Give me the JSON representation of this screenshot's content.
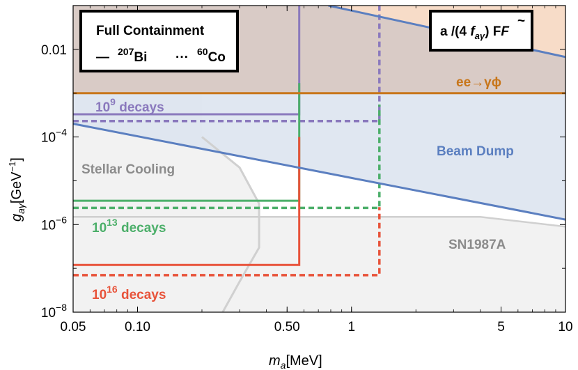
{
  "chart_data": {
    "type": "line",
    "xscale": "log",
    "yscale": "log",
    "xlim": [
      0.05,
      10
    ],
    "ylim": [
      1e-08,
      0.1
    ],
    "x_ticks": [
      {
        "value": 0.05,
        "label": "0.05"
      },
      {
        "value": 0.1,
        "label": "0.10"
      },
      {
        "value": 0.5,
        "label": "0.50"
      },
      {
        "value": 1,
        "label": "1"
      },
      {
        "value": 5,
        "label": "5"
      },
      {
        "value": 10,
        "label": "10"
      }
    ],
    "y_ticks": [
      {
        "value": 1e-08,
        "base": "10",
        "exp": "−8"
      },
      {
        "value": 1e-06,
        "base": "10",
        "exp": "−6"
      },
      {
        "value": 0.0001,
        "base": "10",
        "exp": "−4"
      },
      {
        "value": 0.01,
        "label": "0.01"
      }
    ],
    "xlabel": {
      "var": "m",
      "sub": "a",
      "unit": "[MeV]"
    },
    "ylabel": {
      "var": "g",
      "sub": "aγ",
      "unit": "[GeV",
      "unit_exp": "−1",
      "unit_close": "]"
    },
    "colors": {
      "purple": "#8a79bd",
      "green": "#4caf6a",
      "red": "#e8533a",
      "orange": "#c8761a",
      "blue": "#5b7fc0",
      "blue_fill": "#dde4f0",
      "grey_fill": "#f2f2f2",
      "brown_fill": "#d9cbc6",
      "peach_fill": "#f7dcc8",
      "boundary_grey": "#d0d0d0",
      "label_grey": "#8c8c8c"
    },
    "regions": [
      {
        "name": "ee-photon-phi",
        "upper": 0.1,
        "lower": 0.001
      },
      {
        "name": "beam-dump",
        "x_at_lower_edge": [
          0.05,
          10
        ],
        "lower_at": [
          0.0002,
          1.3e-06
        ],
        "upper": 0.001
      },
      {
        "name": "sn1987a",
        "upper_x": [
          0.05,
          4,
          10
        ],
        "upper_y": [
          1.5e-06,
          1.5e-06,
          9e-07
        ]
      },
      {
        "name": "stellar-cooling",
        "boundary_x": [
          0.05,
          0.2,
          0.2,
          0.3,
          0.37,
          0.37,
          0.3,
          0.25
        ],
        "boundary_y": [
          0.001,
          0.001,
          0.0001,
          2e-05,
          3e-06,
          3e-07,
          5e-08,
          1e-08
        ]
      }
    ],
    "series": [
      {
        "name": "207Bi",
        "style": "solid",
        "color": "purple",
        "x": [
          0.05,
          0.57,
          0.57
        ],
        "y": [
          0.00033,
          0.00033,
          0.1
        ]
      },
      {
        "name": "60Co",
        "style": "dashed",
        "color": "purple",
        "x": [
          0.05,
          1.35,
          1.35
        ],
        "y": [
          0.00023,
          0.00023,
          0.1
        ]
      },
      {
        "name": "207Bi",
        "style": "solid",
        "color": "green",
        "x": [
          0.05,
          0.57,
          0.57
        ],
        "y": [
          3.5e-06,
          3.5e-06,
          0.0017
        ]
      },
      {
        "name": "60Co",
        "style": "dashed",
        "color": "green",
        "x": [
          0.05,
          1.35,
          1.35
        ],
        "y": [
          2.4e-06,
          2.4e-06,
          0.00055
        ]
      },
      {
        "name": "207Bi",
        "style": "solid",
        "color": "red",
        "x": [
          0.05,
          0.57,
          0.57
        ],
        "y": [
          1.2e-07,
          1.2e-07,
          0.0001
        ]
      },
      {
        "name": "60Co",
        "style": "dashed",
        "color": "red",
        "x": [
          0.05,
          1.35,
          1.35
        ],
        "y": [
          7e-08,
          7e-08,
          2.5e-06
        ]
      },
      {
        "name": "ee-photon-phi",
        "style": "solid",
        "color": "orange",
        "x": [
          0.05,
          10
        ],
        "y": [
          0.001,
          0.001
        ]
      },
      {
        "name": "beam-dump-edge",
        "style": "solid",
        "color": "blue",
        "x": [
          0.05,
          10
        ],
        "y": [
          0.0002,
          1.3e-06
        ]
      },
      {
        "name": "beam-dump-upper",
        "style": "solid",
        "color": "blue",
        "x": [
          0.78,
          10
        ],
        "y": [
          0.1,
          0.0067
        ]
      }
    ],
    "labels": {
      "decays_9": {
        "base": "10",
        "exp": "9",
        "suffix": " decays"
      },
      "decays_13": {
        "base": "10",
        "exp": "13",
        "suffix": " decays"
      },
      "decays_16": {
        "base": "10",
        "exp": "16",
        "suffix": " decays"
      },
      "ee": "ee→γϕ",
      "beam_dump": "Beam Dump",
      "stellar": "Stellar Cooling",
      "sn": "SN1987A"
    },
    "legend": {
      "title": "Full Containment",
      "solid_glyph": "—",
      "solid_mass": "207",
      "solid_element": "Bi",
      "dashed_glyph": "···",
      "dashed_mass": "60",
      "dashed_element": "Co",
      "position": "top-left"
    },
    "operator_box": {
      "prefix": "a /(4 ",
      "f": "f",
      "f_sub": "aγ",
      "suffix": ") F",
      "tilde_f": "F",
      "position": "top-right"
    }
  }
}
